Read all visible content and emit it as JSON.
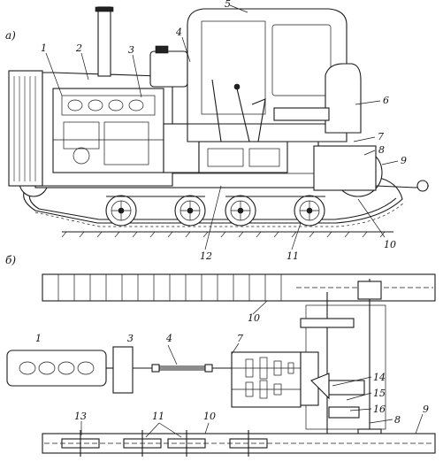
{
  "panel_a": {
    "tag": "а)",
    "labels": {
      "n1": "1",
      "n2": "2",
      "n3": "3",
      "n4": "4",
      "n5": "5",
      "n6": "6",
      "n7": "7",
      "n8": "8",
      "n9": "9",
      "n10": "10",
      "n11": "11",
      "n12": "12"
    }
  },
  "panel_b": {
    "tag": "б)",
    "labels": {
      "n1": "1",
      "n3": "3",
      "n4": "4",
      "n7": "7",
      "n8": "8",
      "n9": "9",
      "n10a": "10",
      "n10b": "10",
      "n11": "11",
      "n13": "13",
      "n14": "14",
      "n15": "15",
      "n16": "16"
    }
  }
}
